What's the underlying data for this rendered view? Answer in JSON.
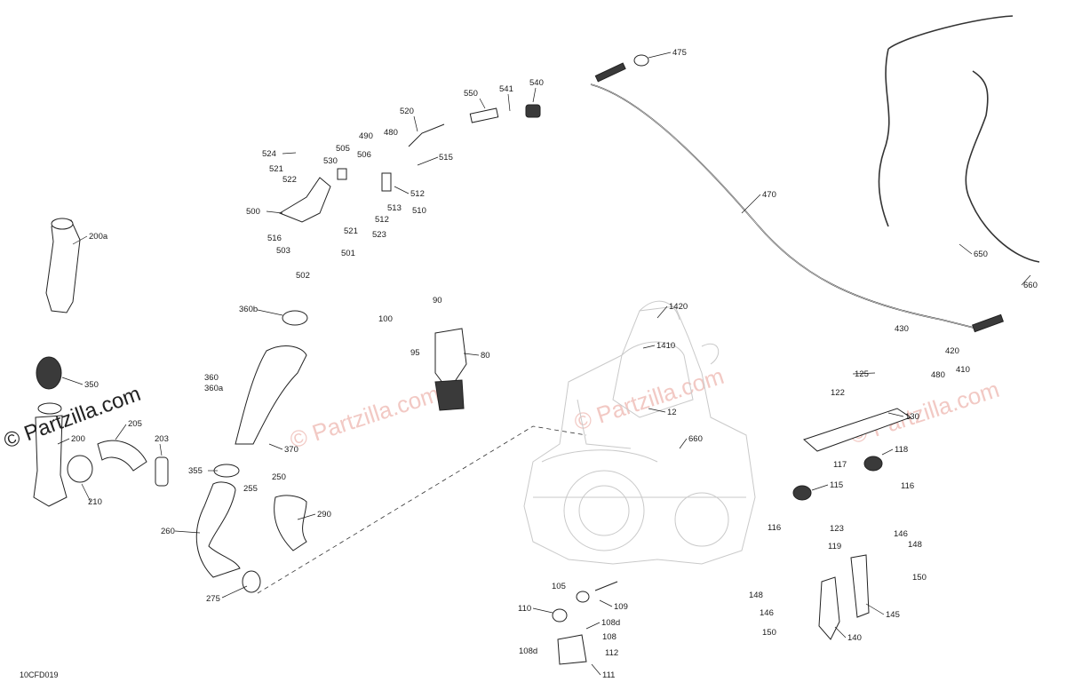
{
  "diagram": {
    "code": "10CFD019",
    "logo_text": "© Partzilla.com",
    "watermark_text": "© Partzilla.com",
    "colors": {
      "ink": "#1a1a1a",
      "engine": "#c9c9c9",
      "watermark": "#f2c9c4"
    },
    "callouts": [
      "475",
      "550",
      "541",
      "540",
      "520",
      "490",
      "480",
      "524",
      "505",
      "506",
      "521",
      "530",
      "522",
      "515",
      "512",
      "500",
      "513",
      "510",
      "512",
      "521",
      "523",
      "516",
      "503",
      "501",
      "502",
      "470",
      "650",
      "660",
      "1420",
      "1410",
      "430",
      "420",
      "410",
      "480",
      "200a",
      "350",
      "200",
      "205",
      "203",
      "210",
      "360b",
      "360",
      "360a",
      "370",
      "355",
      "250",
      "255",
      "260",
      "290",
      "275",
      "100",
      "90",
      "95",
      "80",
      "12",
      "660",
      "125",
      "122",
      "130",
      "117",
      "118",
      "115",
      "116",
      "116",
      "123",
      "119",
      "146",
      "148",
      "150",
      "148",
      "146",
      "150",
      "145",
      "140",
      "105",
      "109",
      "110",
      "108d",
      "108",
      "108d",
      "112",
      "111"
    ]
  }
}
